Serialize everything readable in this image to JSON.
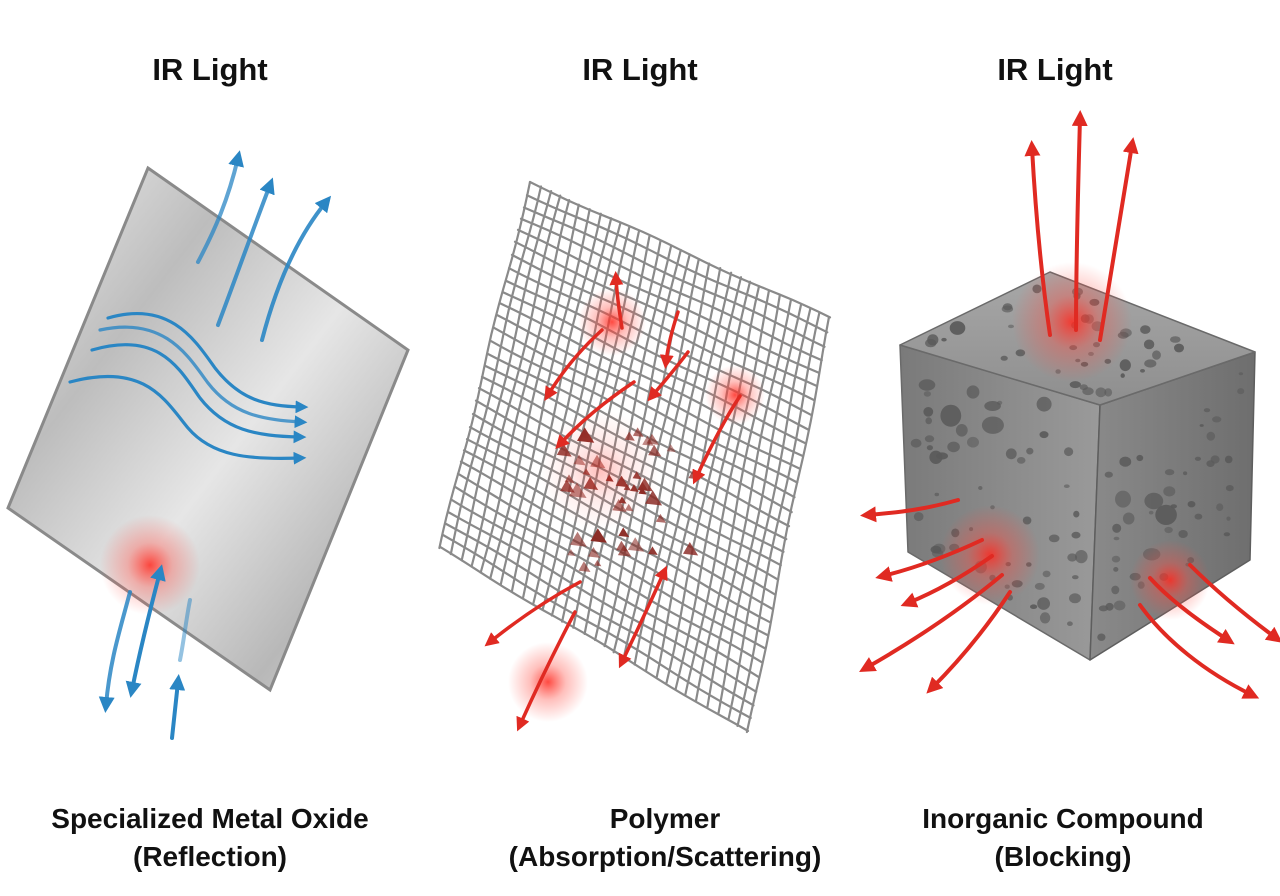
{
  "panels": [
    {
      "title": "IR Light",
      "caption_line1": "Specialized Metal Oxide",
      "caption_line2": "(Reflection)",
      "arrow_color": "#2a86c4"
    },
    {
      "title": "IR Light",
      "caption_line1": "Polymer",
      "caption_line2": "(Absorption/Scattering)",
      "arrow_color": "#e02a22"
    },
    {
      "title": "IR Light",
      "caption_line1": "Inorganic Compound",
      "caption_line2": "(Blocking)",
      "arrow_color": "#e02a22"
    }
  ],
  "colors": {
    "metal_plate": "#c9c9c9",
    "mesh": "#8a8a8a",
    "cube": "#8c8c8c",
    "glow": "#ff3a30"
  }
}
